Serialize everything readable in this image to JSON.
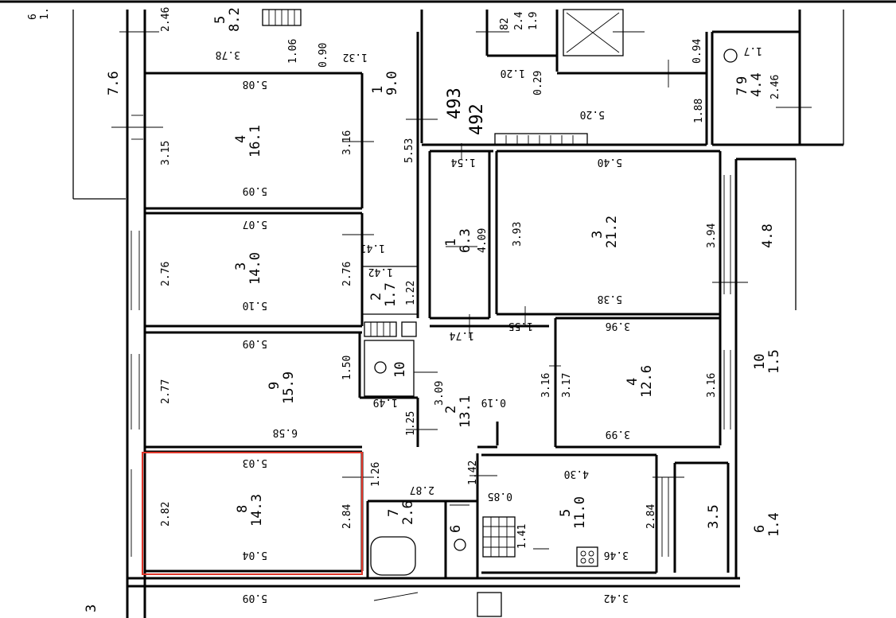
{
  "labels": {
    "l1": "6",
    "l2": "1.",
    "l3": "2.46",
    "l4": "5",
    "l5": "8.2",
    "l6": "3.78",
    "l7": "1.06",
    "l8": "0.90",
    "l9": "1.32",
    "l10": "7.6",
    "l11": "1",
    "l12": "9.0",
    "l13": "493",
    "l14": "492",
    "l15": "82",
    "l16": "2.4",
    "l17": "1.9",
    "l18": "1.20",
    "l19": "0.29",
    "l20": "0.94",
    "l21": "1.7",
    "l22": "7",
    "l23": "9",
    "l24": "4.4",
    "l25": "2.46",
    "l26": "1.88",
    "l27": "5.20",
    "l28": "5.08",
    "l29": "3.15",
    "l30": "4",
    "l31": "16.1",
    "l32": "3.16",
    "l33": "5.53",
    "l34": "5.09",
    "l35": "1.54",
    "l36": "5.40",
    "l37": "3.93",
    "l38": "3",
    "l39": "21.2",
    "l40": "3.94",
    "l41": "4.8",
    "l42": "5.07",
    "l43": "1.41",
    "l44": "2.76",
    "l45": "3",
    "l46": "14.0",
    "l47": "2.76",
    "l48": "1",
    "l49": "6.3",
    "l50": "4.09",
    "l51": "2",
    "l52": "1.7",
    "l53": "1.42",
    "l54": "1.22",
    "l55": "5.10",
    "l56": "5.38",
    "l57": "1.74",
    "l58": "1.55",
    "l59": "3.96",
    "l60": "5.09",
    "l61": "1.50",
    "l62": "10",
    "l63": "2.77",
    "l64": "9",
    "l65": "15.9",
    "l66": "1.49",
    "l67": "3.09",
    "l68": "2",
    "l69": "13.1",
    "l70": "0.19",
    "l71": "3.16",
    "l72": "3.17",
    "l73": "4",
    "l74": "12.6",
    "l75": "3.16",
    "l76": "10",
    "l77": "1.5",
    "l78": "1.25",
    "l79": "6.58",
    "l80": "3.99",
    "l81": "5.03",
    "l82": "1.26",
    "l83": "2.87",
    "l84": "1.42",
    "l85": "0.85",
    "l86": "4.30",
    "l87": "2.82",
    "l88": "8",
    "l89": "14.3",
    "l90": "2.84",
    "l91": "7",
    "l92": "2.6",
    "l93": "6",
    "l94": "5",
    "l95": "11.0",
    "l96": "2.84",
    "l97": "3.5",
    "l98": "6",
    "l99": "1.4",
    "l100": "1.41",
    "l101": "5.04",
    "l102": "3.46",
    "l103": "5.09",
    "l104": "3.42",
    "l105": "3"
  },
  "highlight_color": "#e0362a"
}
